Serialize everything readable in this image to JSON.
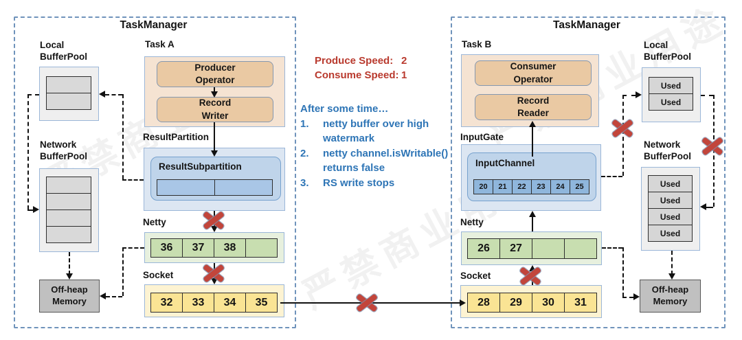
{
  "watermark": "严禁商业用途",
  "left": {
    "title": "TaskManager",
    "task_label": "Task A",
    "producer_operator": "Producer\nOperator",
    "record_writer": "Record\nWriter",
    "result_partition": "ResultPartition",
    "result_subpartition": "ResultSubpartition",
    "netty": "Netty",
    "netty_cells": [
      "36",
      "37",
      "38",
      ""
    ],
    "socket": "Socket",
    "socket_cells": [
      "32",
      "33",
      "34",
      "35"
    ],
    "local_buffer_pool": "Local\nBufferPool",
    "network_buffer_pool": "Network\nBufferPool",
    "offheap": "Off-heap\nMemory"
  },
  "right": {
    "title": "TaskManager",
    "task_label": "Task B",
    "consumer_operator": "Consumer\nOperator",
    "record_reader": "Record\nReader",
    "input_gate": "InputGate",
    "input_channel": "InputChannel",
    "input_channel_cells": [
      "20",
      "21",
      "22",
      "23",
      "24",
      "25"
    ],
    "netty": "Netty",
    "netty_cells": [
      "26",
      "27",
      "",
      ""
    ],
    "socket": "Socket",
    "socket_cells": [
      "28",
      "29",
      "30",
      "31"
    ],
    "local_buffer_pool": "Local\nBufferPool",
    "local_pool_cells": [
      "Used",
      "Used"
    ],
    "network_buffer_pool": "Network\nBufferPool",
    "network_pool_cells": [
      "Used",
      "Used",
      "Used",
      "Used"
    ],
    "offheap": "Off-heap\nMemory"
  },
  "notes": {
    "produce_label": "Produce Speed:",
    "produce_value": "2",
    "consume_label": "Consume Speed:",
    "consume_value": "1",
    "after": "After some time…",
    "steps": [
      {
        "n": "1.",
        "t": "netty buffer over high watermark"
      },
      {
        "n": "2.",
        "t": "netty channel.isWritable() returns false"
      },
      {
        "n": "3.",
        "t": "RS write stops"
      }
    ]
  },
  "colors": {
    "red_annotation": "#b93a2e",
    "blue_annotation": "#2e75b6",
    "red_x": "#c2453b",
    "tm_border": "#6f93bb"
  }
}
